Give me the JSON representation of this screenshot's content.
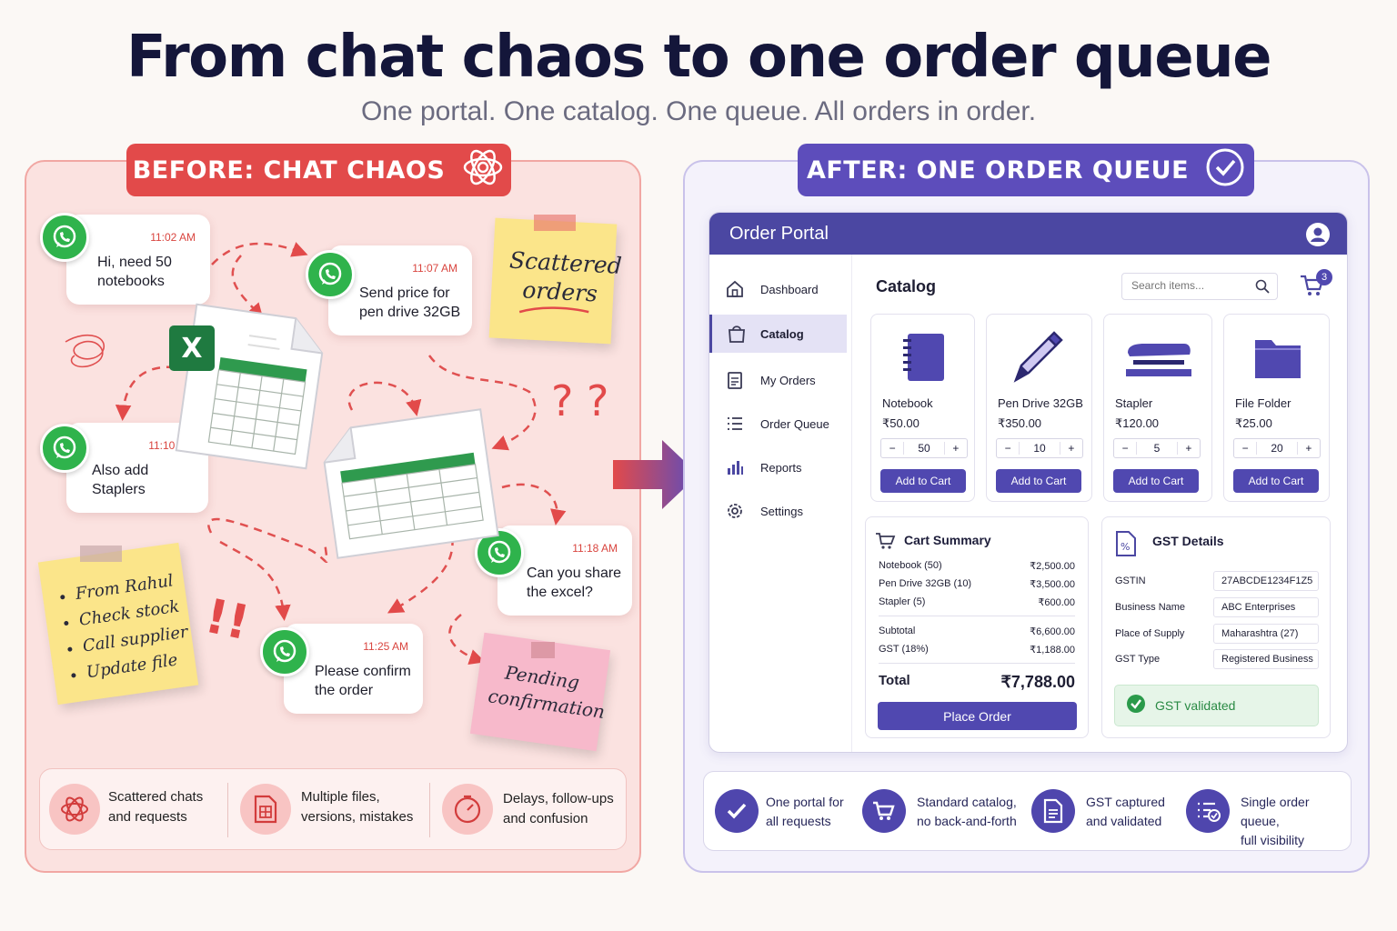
{
  "header": {
    "title": "From chat chaos to one order queue",
    "subtitle": "One portal. One catalog. One queue. All orders in order."
  },
  "before": {
    "banner": "BEFORE: CHAT CHAOS",
    "chats": [
      {
        "time": "11:02 AM",
        "line1": "Hi, need 50",
        "line2": "notebooks"
      },
      {
        "time": "11:07 AM",
        "line1": "Send price for",
        "line2": "pen drive 32GB"
      },
      {
        "time": "11:10 AM",
        "line1": "Also add",
        "line2": "Staplers"
      },
      {
        "time": "11:18 AM",
        "line1": "Can you share",
        "line2": "the excel?"
      },
      {
        "time": "11:25 AM",
        "line1": "Please confirm",
        "line2": "the order"
      }
    ],
    "note_scattered": {
      "line1": "Scattered",
      "line2": "orders"
    },
    "note_todo": [
      "From Rahul",
      "Check stock",
      "Call supplier",
      "Update file"
    ],
    "note_pending": {
      "line1": "Pending",
      "line2": "confirmation"
    },
    "question_marks": "? ?",
    "exclaim_marks": "!!",
    "excel_letter": "X",
    "footer": [
      {
        "line1": "Scattered chats",
        "line2": "and requests",
        "icon": "tangle-icon"
      },
      {
        "line1": "Multiple files,",
        "line2": "versions, mistakes",
        "icon": "file-icon"
      },
      {
        "line1": "Delays, follow-ups",
        "line2": "and confusion",
        "icon": "timer-icon"
      }
    ]
  },
  "after": {
    "banner": "AFTER: ONE ORDER QUEUE",
    "portal": {
      "title": "Order Portal",
      "nav": [
        "Dashboard",
        "Catalog",
        "My Orders",
        "Order Queue",
        "Reports",
        "Settings"
      ],
      "active_nav": "Catalog",
      "catalog_title": "Catalog",
      "search_placeholder": "Search items...",
      "cart_count": "3",
      "products": [
        {
          "name": "Notebook",
          "price": "₹50.00",
          "qty": "50",
          "button": "Add to Cart"
        },
        {
          "name": "Pen Drive 32GB",
          "price": "₹350.00",
          "qty": "10",
          "button": "Add to Cart"
        },
        {
          "name": "Stapler",
          "price": "₹120.00",
          "qty": "5",
          "button": "Add to Cart"
        },
        {
          "name": "File Folder",
          "price": "₹25.00",
          "qty": "20",
          "button": "Add to Cart"
        }
      ],
      "cart_summary": {
        "title": "Cart Summary",
        "items": [
          {
            "label": "Notebook (50)",
            "amount": "₹2,500.00"
          },
          {
            "label": "Pen Drive 32GB (10)",
            "amount": "₹3,500.00"
          },
          {
            "label": "Stapler (5)",
            "amount": "₹600.00"
          }
        ],
        "subtotal_label": "Subtotal",
        "subtotal": "₹6,600.00",
        "gst_label": "GST (18%)",
        "gst": "₹1,188.00",
        "total_label": "Total",
        "total": "₹7,788.00",
        "button": "Place Order"
      },
      "gst_details": {
        "title": "GST Details",
        "rows": [
          {
            "label": "GSTIN",
            "value": "27ABCDE1234F1Z5"
          },
          {
            "label": "Business Name",
            "value": "ABC Enterprises"
          },
          {
            "label": "Place of Supply",
            "value": "Maharashtra (27)"
          },
          {
            "label": "GST Type",
            "value": "Registered Business"
          }
        ],
        "validated": "GST validated"
      }
    },
    "footer": [
      {
        "line1": "One portal for",
        "line2": "all requests",
        "icon": "check-icon"
      },
      {
        "line1": "Standard catalog,",
        "line2": "no back-and-forth",
        "icon": "cart-icon"
      },
      {
        "line1": "GST captured",
        "line2": "and validated",
        "icon": "document-icon"
      },
      {
        "line1": "Single order queue,",
        "line2": "full visibility",
        "icon": "queue-icon"
      }
    ]
  },
  "colors": {
    "red": "#e24a4a",
    "purple": "#5d4dbb",
    "portal": "#4b47a2",
    "whatsapp": "#2fb34c",
    "gst_green": "#2a9a4a"
  }
}
